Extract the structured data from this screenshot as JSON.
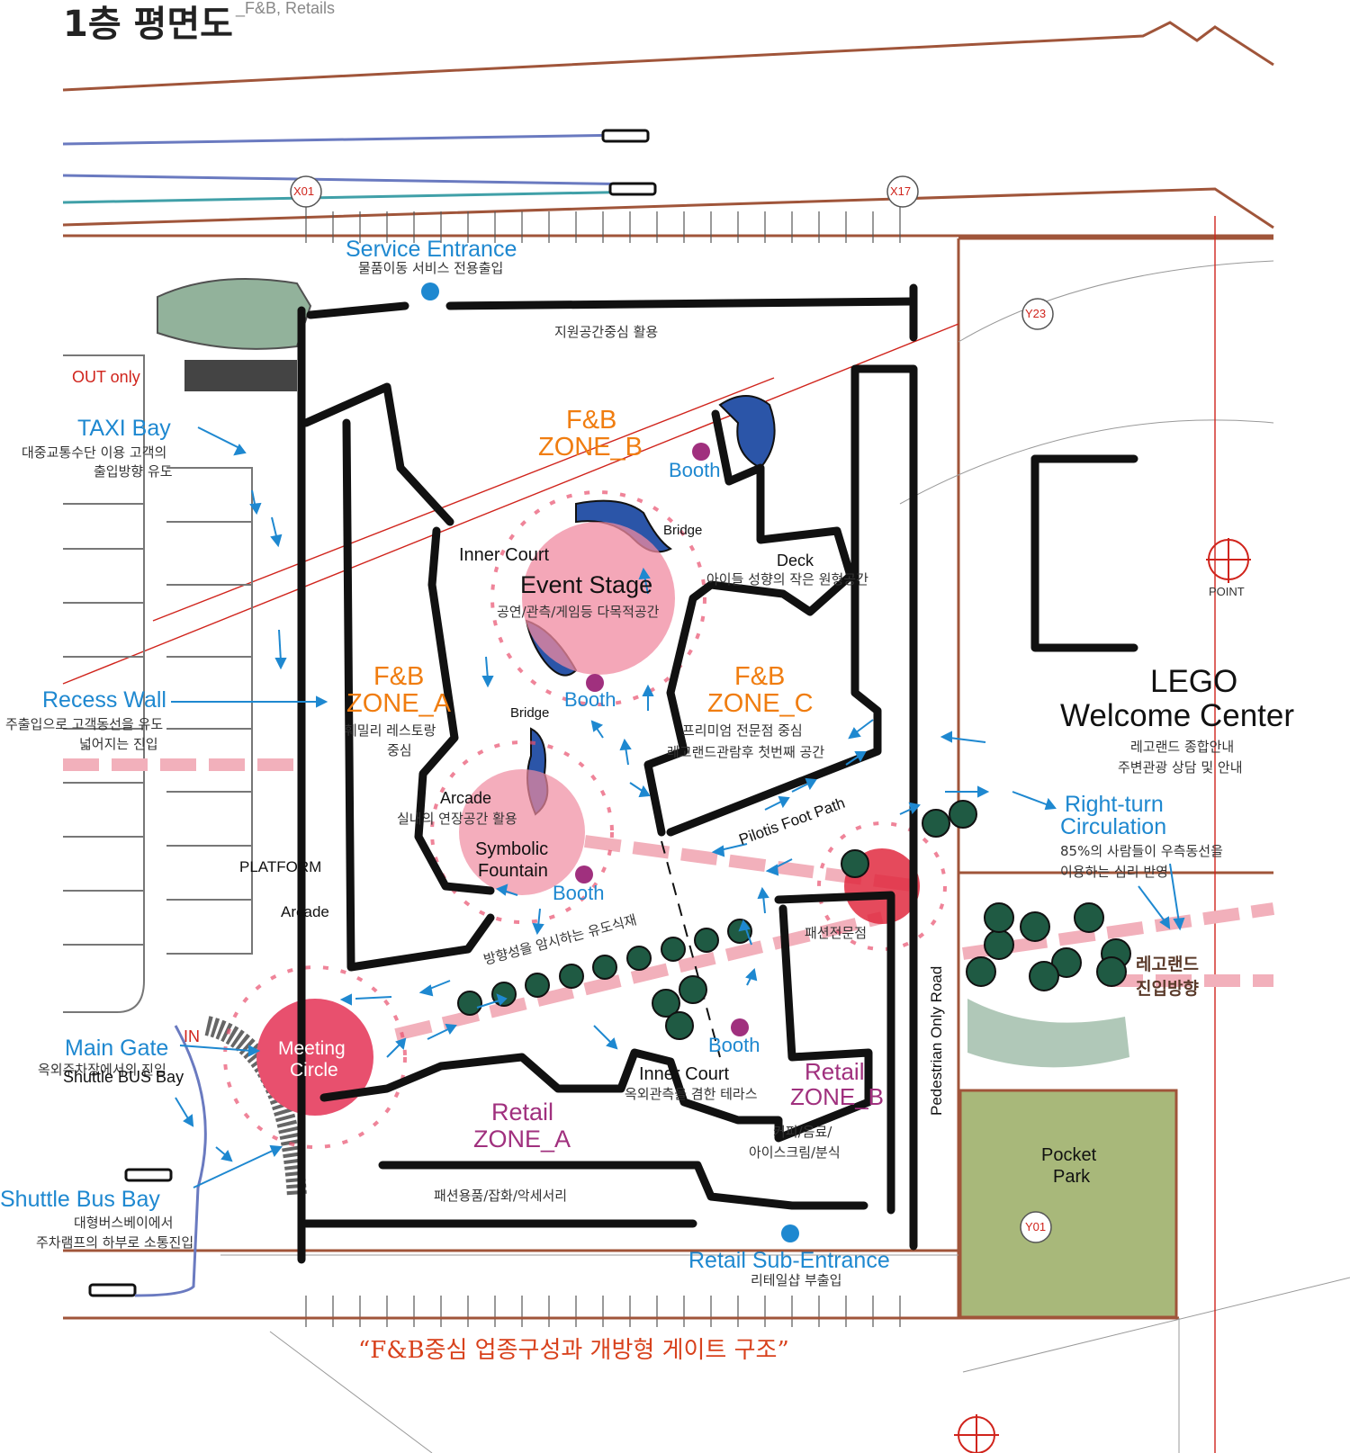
{
  "header": {
    "title": "1층 평면도",
    "subtitle": "_F&B, Retails"
  },
  "grid_tags": {
    "x01": "X01",
    "x17": "X17",
    "y23": "Y23",
    "y01": "Y01",
    "point": "POINT"
  },
  "entrances": {
    "service": {
      "label": "Service Entrance",
      "desc": "물품이동 서비스 전용출입"
    },
    "retail_sub": {
      "label": "Retail Sub-Entrance",
      "desc": "리테일샵 부출입"
    }
  },
  "left_side": {
    "out_only": "OUT only",
    "taxi": {
      "label": "TAXI Bay",
      "desc1": "대중교통수단 이용 고객의",
      "desc2": "출입방향 유도"
    },
    "recess": {
      "label": "Recess Wall",
      "desc1": "주출입으로 고객동선을 유도",
      "desc2": "넓어지는 진입"
    },
    "main_gate": {
      "label": "Main Gate",
      "in": "IN",
      "desc": "옥외주차장에서의 진입"
    },
    "shuttle_bay_small": "Shuttle BUS Bay",
    "shuttle": {
      "label": "Shuttle Bus Bay",
      "desc1": "대형버스베이에서",
      "desc2": "주차램프의 하부로 소통진입"
    },
    "platform": "PLATFORM",
    "arcade": "Arcade"
  },
  "zones": {
    "support": "지원공간중심 활용",
    "fb_b": [
      "F&B",
      "ZONE_B"
    ],
    "fb_a": {
      "lines": [
        "F&B",
        "ZONE_A"
      ],
      "desc1": "훼밀리 레스토랑",
      "desc2": "중심"
    },
    "fb_c": {
      "lines": [
        "F&B",
        "ZONE_C"
      ],
      "desc1": "프리미엄 전문점 중심",
      "desc2": "레고랜드관람후 첫번째 공간"
    },
    "retail_a": {
      "lines": [
        "Retail",
        "ZONE_A"
      ],
      "desc": "패션용품/잡화/악세서리"
    },
    "retail_b": {
      "lines": [
        "Retail",
        "ZONE_B"
      ],
      "desc1": "커피/음료/",
      "desc2": "아이스크림/분식"
    },
    "fashion": "패션전문점"
  },
  "features": {
    "booth": "Booth",
    "bridge": "Bridge",
    "inner_court_top": "Inner Court",
    "event_stage": {
      "label": "Event Stage",
      "desc": "공연/관측/게임등 다목적공간"
    },
    "deck": {
      "label": "Deck",
      "desc": "아이들 성향의 작은 원형공간"
    },
    "arcade_inner": {
      "label": "Arcade",
      "desc": "실내의 연장공간 활용"
    },
    "fountain": [
      "Symbolic",
      "Fountain"
    ],
    "meeting": [
      "Meeting",
      "Circle"
    ],
    "trees_note": "방향성을 암시하는 유도식재",
    "inner_court_bottom": {
      "label": "Inner Court",
      "desc": "옥외관측을 겸한 테라스"
    },
    "pilotis": "Pilotis Foot Path",
    "pedestrian": "Pedestrian Only Road"
  },
  "right_side": {
    "lego": [
      "LEGO",
      "Welcome Center"
    ],
    "lego_desc1": "레고랜드 종합안내",
    "lego_desc2": "주변관광 상담 및 안내",
    "right_turn": [
      "Right-turn",
      "Circulation"
    ],
    "right_desc1": "85%의 사람들이 우측동선을",
    "right_desc2": "이용하는 심리 반영",
    "legoland_dir": [
      "레고랜드",
      "진입방향"
    ],
    "pocket_park": [
      "Pocket",
      "Park"
    ]
  },
  "slogan": "“F&B중심 업종구성과 개방형 게이트 구조”",
  "colors": {
    "brown": "#a0553a",
    "blue_label": "#1e88d0",
    "orange": "#f07d10",
    "purple": "#a0307e",
    "pink": "#e8506e",
    "park": "#a8b87a"
  }
}
